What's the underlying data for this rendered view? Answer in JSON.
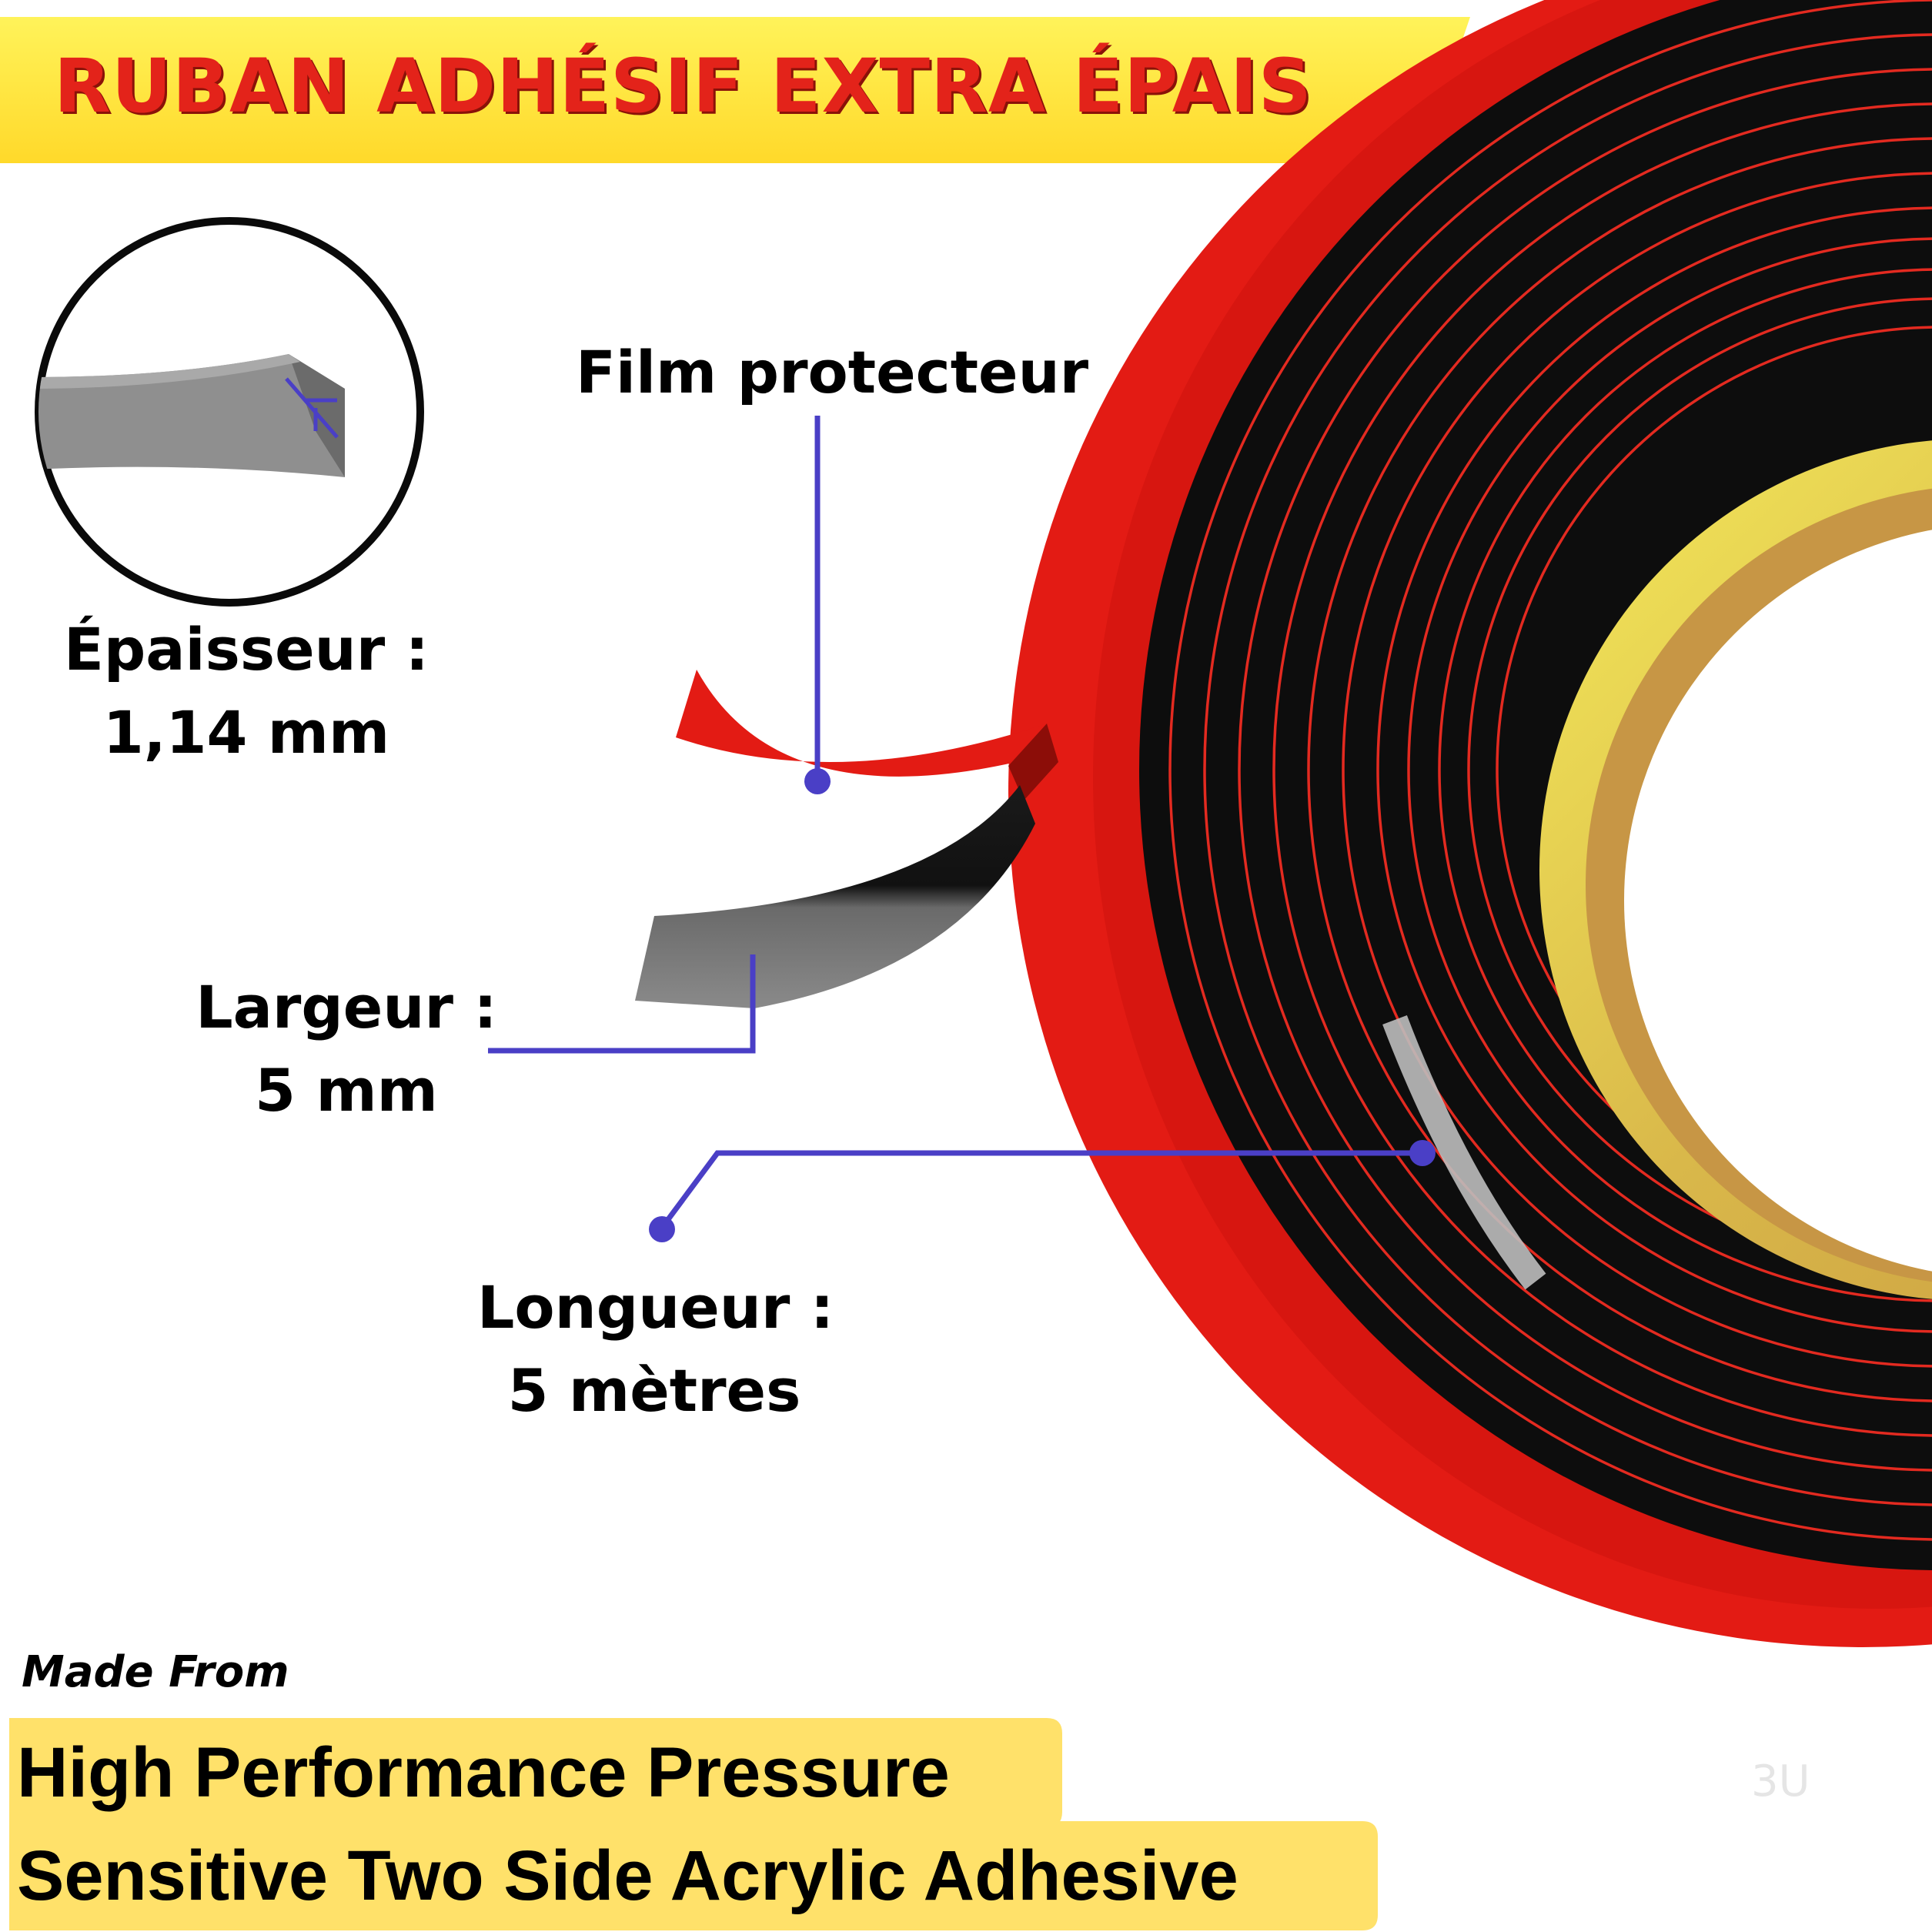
{
  "banner": {
    "title": "RUBAN ADHÉSIF EXTRA ÉPAIS"
  },
  "labels": {
    "film": "Film protecteur",
    "thickness_line1": "Épaisseur :",
    "thickness_line2": "1,14 mm",
    "width_line1": "Largeur :",
    "width_line2": "5 mm",
    "length_line1": "Longueur :",
    "length_line2": "5 mètres"
  },
  "footer": {
    "made_from": "Made From",
    "line1": "High Performance Pressure",
    "line2": "Sensitive Two Side Acrylic Adhesive"
  },
  "watermark": "3U",
  "colors": {
    "banner_yellow": "#ffe13a",
    "title_red": "#e3231a",
    "tape_red": "#e31b14",
    "tape_black": "#0d0d0d",
    "core_yellow": "#ecd54a",
    "callout_blue": "#4a3fc6",
    "footer_yellow": "#ffe16a"
  }
}
